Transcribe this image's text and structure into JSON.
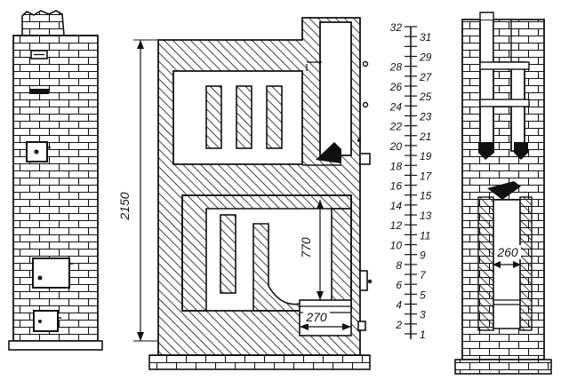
{
  "dimensions": {
    "height_total": "2150",
    "height_lower": "770",
    "width_bottom": "270",
    "width_firebox": "260"
  },
  "scale": {
    "left_numbers": [
      "32",
      "28",
      "26",
      "24",
      "22",
      "20",
      "18",
      "16",
      "14",
      "12",
      "10",
      "8",
      "6",
      "4",
      "2"
    ],
    "right_numbers": [
      "31",
      "29",
      "27",
      "25",
      "23",
      "21",
      "19",
      "17",
      "15",
      "13",
      "11",
      "9",
      "7",
      "5",
      "3",
      "1"
    ]
  },
  "colors": {
    "ink": "#111111",
    "paper": "#ffffff"
  }
}
